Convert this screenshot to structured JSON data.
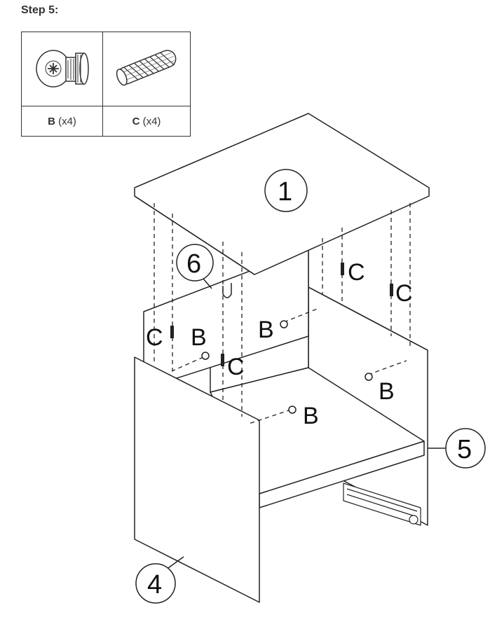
{
  "step_title": "Step 5:",
  "parts": [
    {
      "letter": "B",
      "qty": "(x4)",
      "icon": "cam-lock-icon"
    },
    {
      "letter": "C",
      "qty": "(x4)",
      "icon": "wooden-dowel-icon"
    }
  ],
  "callouts": {
    "p1": "1",
    "p4": "4",
    "p5": "5",
    "p6": "6"
  },
  "hardware": {
    "c": "C",
    "b": "B"
  }
}
